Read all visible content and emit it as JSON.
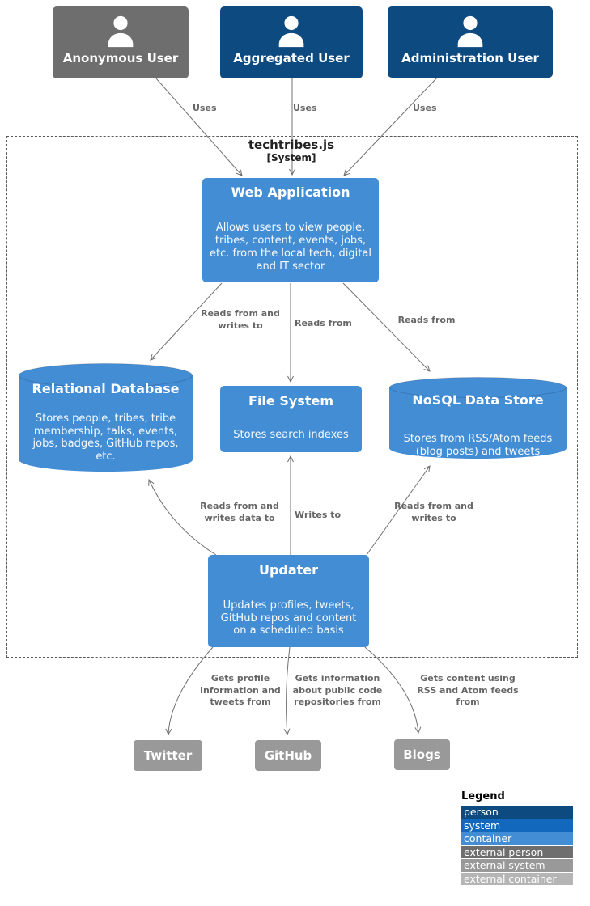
{
  "colors": {
    "person": "#0d4a80",
    "system": "#1168bd",
    "container": "#438dd5",
    "external_person": "#6e6e6e",
    "external_system": "#999999",
    "external_container": "#b5b5b5",
    "edge": "#707070",
    "edge_label": "#666666",
    "boundary": "#595959"
  },
  "actors": [
    {
      "label": "Anonymous User"
    },
    {
      "label": "Aggregated User"
    },
    {
      "label": "Administration User"
    }
  ],
  "boundary": {
    "title": "techtribes.js",
    "subtitle": "[System]"
  },
  "containers": {
    "web_application": {
      "title": "Web Application",
      "description": "Allows users to view people, tribes, content, events, jobs, etc. from the local tech, digital and IT sector"
    },
    "relational_database": {
      "title": "Relational Database",
      "description": "Stores people, tribes, tribe membership, talks, events, jobs, badges, GitHub repos, etc."
    },
    "file_system": {
      "title": "File System",
      "description": "Stores search indexes"
    },
    "nosql_data_store": {
      "title": "NoSQL Data Store",
      "description": "Stores from RSS/Atom feeds (blog posts) and tweets"
    },
    "updater": {
      "title": "Updater",
      "description": "Updates profiles, tweets, GitHub repos and content on a scheduled basis"
    }
  },
  "external_systems": [
    {
      "label": "Twitter"
    },
    {
      "label": "GitHub"
    },
    {
      "label": "Blogs"
    }
  ],
  "edge_labels": {
    "uses_anonymous": "Uses",
    "uses_aggregated": "Uses",
    "uses_administration": "Uses",
    "web_to_rdb": "Reads from and writes to",
    "web_to_fs": "Reads from",
    "web_to_nosql": "Reads from",
    "updater_to_rdb": "Reads from and writes data to",
    "updater_to_fs": "Writes to",
    "updater_to_nosql": "Reads from and writes to",
    "updater_to_twitter": "Gets profile information and tweets from",
    "updater_to_github": "Gets information about public code repositories from",
    "updater_to_blogs": "Gets content using RSS and Atom feeds from"
  },
  "legend": {
    "title": "Legend",
    "items": [
      {
        "label": "person",
        "color": "#0d4a80"
      },
      {
        "label": "system",
        "color": "#1168bd"
      },
      {
        "label": "container",
        "color": "#438dd5"
      },
      {
        "label": "external person",
        "color": "#6e6e6e"
      },
      {
        "label": "external system",
        "color": "#999999"
      },
      {
        "label": "external container",
        "color": "#b5b5b5"
      }
    ]
  }
}
